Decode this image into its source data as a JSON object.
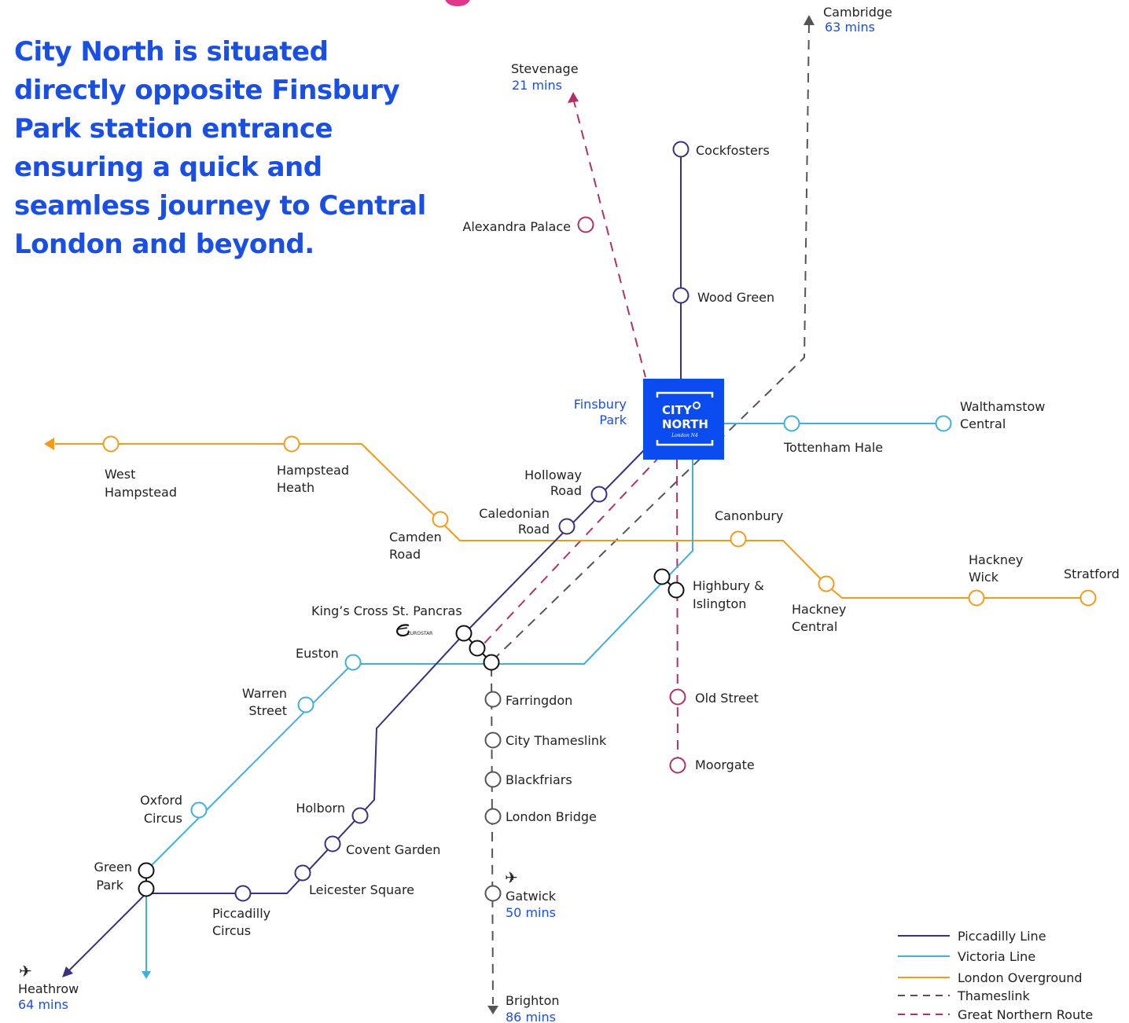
{
  "intro_text": "City North is situated directly opposite Finsbury Park station entrance ensuring a quick and seamless journey to Central London and beyond.",
  "colors": {
    "piccadilly": "#3b2f7f",
    "victoria": "#3fb0dd",
    "overground": "#f29b1a",
    "thameslink": "#555555",
    "great_northern": "#b0306a",
    "interchange": "#111111",
    "brand_blue": "#0a4cf0",
    "accent_text": "#1a4fe6",
    "top_arc": "#e0388a"
  },
  "logo": {
    "line1": "CITY",
    "line2": "NORTH",
    "line3": "London N4"
  },
  "hub_label": [
    "Finsbury",
    "Park"
  ],
  "stations": {
    "cambridge": {
      "name": "Cambridge",
      "time": "63 mins"
    },
    "stevenage": {
      "name": "Stevenage",
      "time": "21 mins"
    },
    "cockfosters": {
      "name": "Cockfosters"
    },
    "alexandra_palace": {
      "name": "Alexandra Palace"
    },
    "wood_green": {
      "name": "Wood Green"
    },
    "walthamstow": {
      "name": [
        "Walthamstow",
        "Central"
      ]
    },
    "tottenham_hale": {
      "name": "Tottenham Hale"
    },
    "west_hampstead": {
      "name": [
        "West",
        "Hampstead"
      ]
    },
    "hampstead_heath": {
      "name": [
        "Hampstead",
        "Heath"
      ]
    },
    "holloway_road": {
      "name": [
        "Holloway",
        "Road"
      ]
    },
    "caledonian_road": {
      "name": [
        "Caledonian",
        "Road"
      ]
    },
    "camden_road": {
      "name": [
        "Camden",
        "Road"
      ]
    },
    "canonbury": {
      "name": "Canonbury"
    },
    "hackney_wick": {
      "name": [
        "Hackney",
        "Wick"
      ]
    },
    "stratford": {
      "name": "Stratford"
    },
    "highbury_islington": {
      "name": [
        "Highbury &",
        "Islington"
      ]
    },
    "hackney_central": {
      "name": [
        "Hackney",
        "Central"
      ]
    },
    "kings_cross": {
      "name": "King’s Cross St. Pancras",
      "badge": "EUROSTAR"
    },
    "euston": {
      "name": "Euston"
    },
    "warren_street": {
      "name": [
        "Warren",
        "Street"
      ]
    },
    "farringdon": {
      "name": "Farringdon"
    },
    "old_street": {
      "name": "Old Street"
    },
    "city_thameslink": {
      "name": "City Thameslink"
    },
    "moorgate": {
      "name": "Moorgate"
    },
    "blackfriars": {
      "name": "Blackfriars"
    },
    "oxford_circus": {
      "name": [
        "Oxford",
        "Circus"
      ]
    },
    "holborn": {
      "name": "Holborn"
    },
    "london_bridge": {
      "name": "London Bridge"
    },
    "covent_garden": {
      "name": "Covent Garden"
    },
    "green_park": {
      "name": [
        "Green",
        "Park"
      ]
    },
    "leicester_square": {
      "name": "Leicester Square"
    },
    "gatwick": {
      "name": "Gatwick",
      "time": "50 mins"
    },
    "piccadilly_circus": {
      "name": [
        "Piccadilly",
        "Circus"
      ]
    },
    "heathrow": {
      "name": "Heathrow",
      "time": "64 mins"
    },
    "brighton": {
      "name": "Brighton",
      "time": "86 mins"
    }
  },
  "legend": [
    {
      "label": "Piccadilly Line",
      "style": "solid",
      "color": "#3b2f7f"
    },
    {
      "label": "Victoria Line",
      "style": "solid",
      "color": "#3fb0dd"
    },
    {
      "label": "London Overground",
      "style": "solid",
      "color": "#f29b1a"
    },
    {
      "label": "Thameslink",
      "style": "dashed",
      "color": "#555555"
    },
    {
      "label": "Great Northern Route",
      "style": "dashed",
      "color": "#b0306a"
    }
  ]
}
